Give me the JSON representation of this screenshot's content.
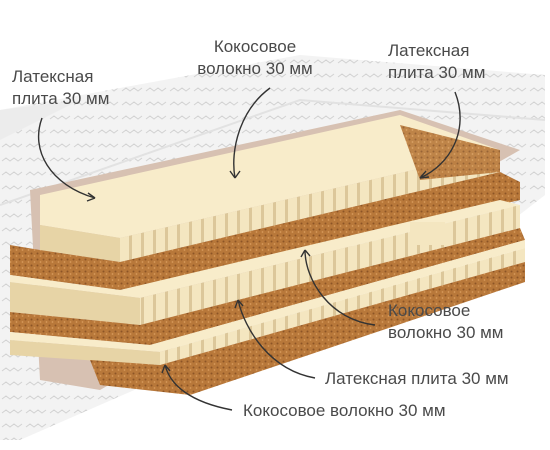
{
  "labels": {
    "latex_top_left": "Латексная плита 30 мм",
    "coconut_top": "Кокосовое волокно 30 мм",
    "latex_top_right": "Латексная плита 30 мм",
    "coconut_middle": "Кокосовое волокно 30 мм",
    "latex_bottom": "Латексная плита 30 мм",
    "coconut_bottom": "Кокосовое волокно 30 мм"
  },
  "colors": {
    "latex": "#f4e6c0",
    "latex_shadow": "#dcc79a",
    "coconut": "#b8783a",
    "coconut_dark": "#8c5526",
    "cover": "#f2f2f2",
    "label_text": "#4a4a4a"
  }
}
